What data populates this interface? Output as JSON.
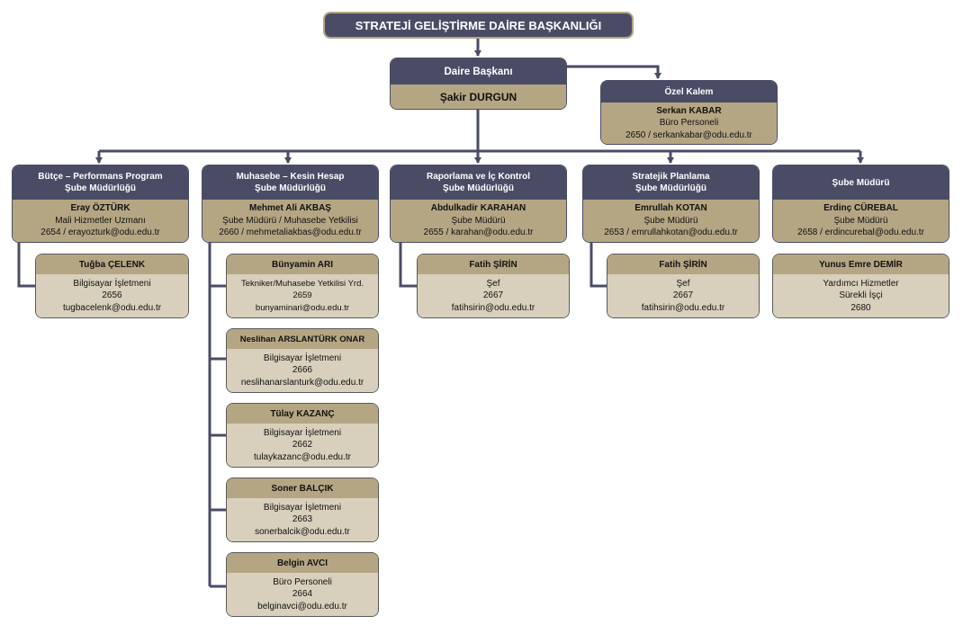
{
  "title": "STRATEJİ GELİŞTİRME DAİRE BAŞKANLIĞI",
  "head": {
    "role": "Daire Başkanı",
    "name": "Şakir DURGUN"
  },
  "private_office": {
    "title": "Özel Kalem",
    "name": "Serkan KABAR",
    "role": "Büro Personeli",
    "contact": "2650 / serkankabar@odu.edu.tr"
  },
  "departments": [
    {
      "title_line1": "Bütçe – Performans Program",
      "title_line2": "Şube Müdürlüğü",
      "name": "Eray ÖZTÜRK",
      "role": "Mali Hizmetler Uzmanı",
      "contact": "2654 / erayozturk@odu.edu.tr",
      "staff": [
        {
          "name": "Tuğba ÇELENK",
          "role": "Bilgisayar İşletmeni",
          "ext": "2656",
          "email": "tugbacelenk@odu.edu.tr"
        }
      ]
    },
    {
      "title_line1": "Muhasebe – Kesin Hesap",
      "title_line2": "Şube Müdürlüğü",
      "name": "Mehmet Ali AKBAŞ",
      "role": "Şube Müdürü / Muhasebe Yetkilisi",
      "contact": "2660 / mehmetaliakbas@odu.edu.tr",
      "staff": [
        {
          "name": "Bünyamin ARI",
          "role": "Tekniker/Muhasebe Yetkilisi Yrd.",
          "ext": "2659",
          "email": "bunyaminari@odu.edu.tr"
        },
        {
          "name": "Neslihan ARSLANTÜRK ONAR",
          "role": "Bilgisayar İşletmeni",
          "ext": "2666",
          "email": "neslihanarslanturk@odu.edu.tr"
        },
        {
          "name": "Tülay KAZANÇ",
          "role": "Bilgisayar İşletmeni",
          "ext": "2662",
          "email": "tulaykazanc@odu.edu.tr"
        },
        {
          "name": "Soner BALÇIK",
          "role": "Bilgisayar İşletmeni",
          "ext": "2663",
          "email": "sonerbalcik@odu.edu.tr"
        },
        {
          "name": "Belgin AVCI",
          "role": "Büro Personeli",
          "ext": "2664",
          "email": "belginavci@odu.edu.tr"
        }
      ]
    },
    {
      "title_line1": "Raporlama ve İç Kontrol",
      "title_line2": "Şube Müdürlüğü",
      "name": "Abdulkadir KARAHAN",
      "role": "Şube Müdürü",
      "contact": "2655 / karahan@odu.edu.tr",
      "staff": [
        {
          "name": "Fatih ŞİRİN",
          "role": "Şef",
          "ext": "2667",
          "email": "fatihsirin@odu.edu.tr"
        }
      ]
    },
    {
      "title_line1": "Stratejik Planlama",
      "title_line2": "Şube Müdürlüğü",
      "name": "Emrullah KOTAN",
      "role": "Şube Müdürü",
      "contact": "2653 / emrullahkotan@odu.edu.tr",
      "staff": [
        {
          "name": "Fatih ŞİRİN",
          "role": "Şef",
          "ext": "2667",
          "email": "fatihsirin@odu.edu.tr"
        }
      ]
    },
    {
      "title_line1": "Şube Müdürü",
      "title_line2": "",
      "name": "Erdinç CÜREBAL",
      "role": "Şube Müdürü",
      "contact": "2658 / erdincurebal@odu.edu.tr",
      "staff": [
        {
          "name": "Yunus Emre DEMİR",
          "role": "Yardımcı Hizmetler",
          "ext": "Sürekli İşçi",
          "email": "2680"
        }
      ]
    }
  ],
  "colors": {
    "header": "#4a4c66",
    "body": "#b5a683",
    "staff_body": "#d8d0bc",
    "line": "#4a4c66"
  }
}
